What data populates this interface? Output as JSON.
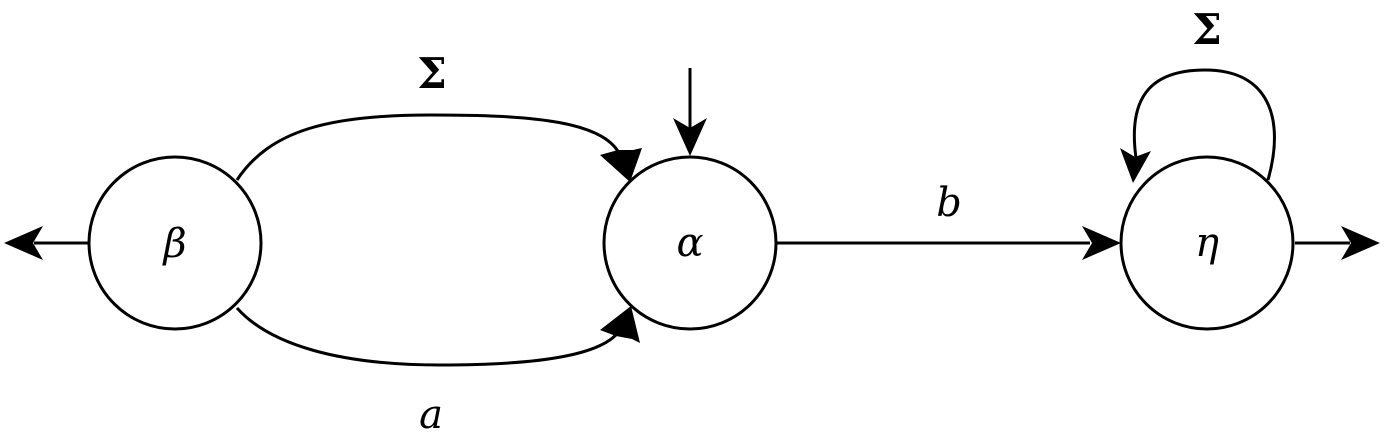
{
  "states": {
    "beta": "β",
    "alpha": "α",
    "eta": "η"
  },
  "edges": {
    "beta_to_alpha_top": "Σ",
    "beta_to_alpha_bottom": "a",
    "alpha_to_eta": "b",
    "eta_self_loop": "Σ"
  },
  "start_state": "alpha",
  "final_states": [
    "beta",
    "eta"
  ]
}
